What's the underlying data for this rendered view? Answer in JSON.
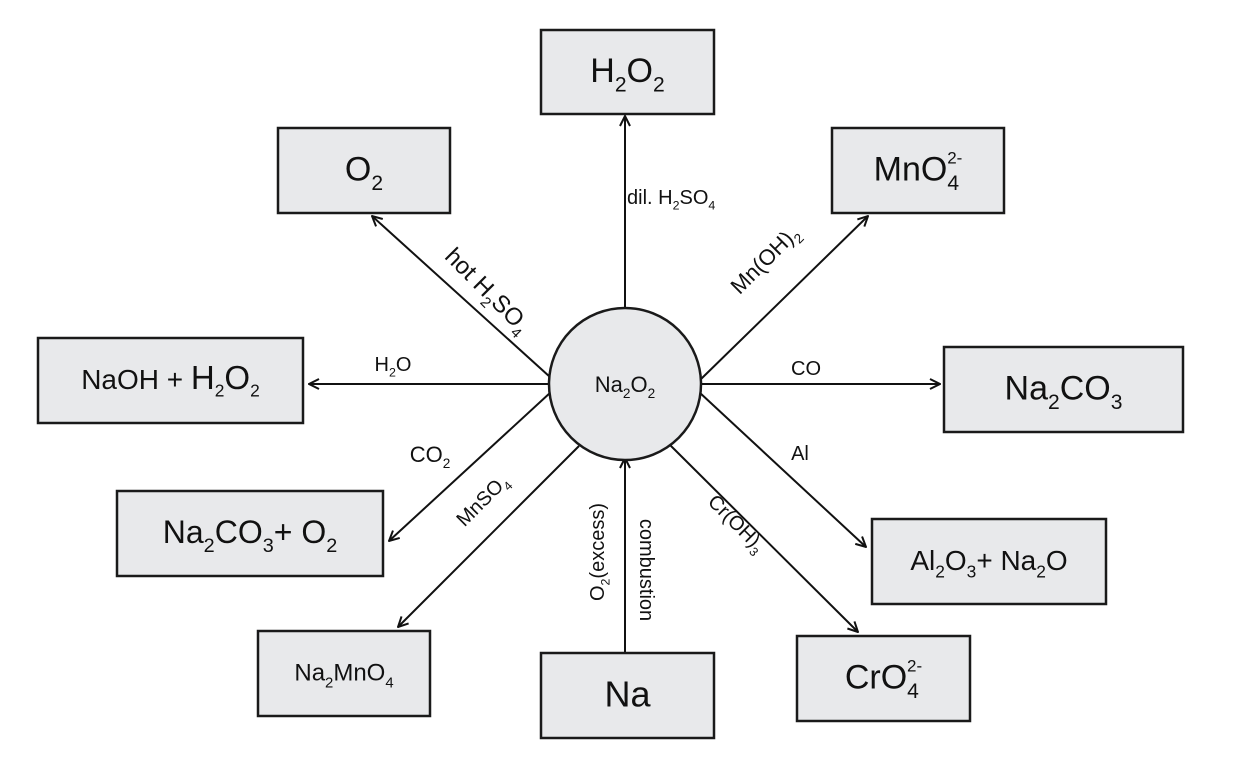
{
  "colors": {
    "box_fill": "#e8e9eb",
    "stroke": "#1a1a1a"
  },
  "center": {
    "parts": [
      [
        "Na",
        ""
      ],
      [
        "2",
        "sub"
      ],
      [
        "O",
        ""
      ],
      [
        "2",
        "sub"
      ]
    ]
  },
  "products": [
    {
      "id": "h2o2",
      "parts": [
        [
          "H",
          ""
        ],
        [
          "2",
          "sub"
        ],
        [
          "O",
          ""
        ],
        [
          "2",
          "sub"
        ]
      ]
    },
    {
      "id": "o2",
      "parts": [
        [
          "O",
          ""
        ],
        [
          "2",
          "sub"
        ]
      ]
    },
    {
      "id": "mno4",
      "parts": [
        [
          "MnO",
          ""
        ],
        [
          "4",
          "sub"
        ],
        [
          "2-",
          "sup"
        ]
      ]
    },
    {
      "id": "naoh-h2o2",
      "parts": [
        [
          "NaOH + ",
          ""
        ],
        [
          "H",
          "big"
        ],
        [
          "2",
          "sub"
        ],
        [
          "O",
          "big"
        ],
        [
          "2",
          "sub"
        ]
      ]
    },
    {
      "id": "na2co3",
      "parts": [
        [
          "Na",
          ""
        ],
        [
          "2",
          "sub"
        ],
        [
          "CO",
          ""
        ],
        [
          "3",
          "sub"
        ]
      ]
    },
    {
      "id": "na2co3-o2",
      "parts": [
        [
          "Na",
          ""
        ],
        [
          "2",
          "sub"
        ],
        [
          "CO",
          ""
        ],
        [
          "3",
          "sub"
        ],
        [
          "+ O",
          ""
        ],
        [
          "2",
          "sub"
        ]
      ]
    },
    {
      "id": "al2o3-na2o",
      "parts": [
        [
          "Al",
          ""
        ],
        [
          "2",
          "sub"
        ],
        [
          "O",
          ""
        ],
        [
          "3",
          "sub"
        ],
        [
          "+ Na",
          ""
        ],
        [
          "2",
          "sub"
        ],
        [
          "O",
          ""
        ]
      ]
    },
    {
      "id": "na2mno4",
      "parts": [
        [
          "Na",
          ""
        ],
        [
          "2",
          "sub"
        ],
        [
          "MnO",
          ""
        ],
        [
          "4",
          "sub"
        ]
      ]
    },
    {
      "id": "na",
      "parts": [
        [
          "Na",
          ""
        ]
      ]
    },
    {
      "id": "cro4",
      "parts": [
        [
          "CrO",
          ""
        ],
        [
          "4",
          "sub"
        ],
        [
          "2-",
          "sup"
        ]
      ]
    }
  ],
  "reagents": [
    {
      "id": "dil-h2so4",
      "parts": [
        [
          "dil. H",
          ""
        ],
        [
          "2",
          "sub"
        ],
        [
          "SO",
          ""
        ],
        [
          "4",
          "sub"
        ]
      ]
    },
    {
      "id": "hot-h2so4",
      "parts": [
        [
          "hot H",
          ""
        ],
        [
          "2",
          "sub"
        ],
        [
          "SO",
          ""
        ],
        [
          "4",
          "sub"
        ]
      ]
    },
    {
      "id": "mn-oh-2",
      "parts": [
        [
          "Mn(OH)",
          ""
        ],
        [
          "2",
          "sub"
        ]
      ]
    },
    {
      "id": "h2o",
      "parts": [
        [
          "H",
          ""
        ],
        [
          "2",
          "sub"
        ],
        [
          "O",
          ""
        ]
      ]
    },
    {
      "id": "co",
      "parts": [
        [
          "CO",
          ""
        ]
      ]
    },
    {
      "id": "co2",
      "parts": [
        [
          "CO",
          ""
        ],
        [
          "2",
          "sub"
        ]
      ]
    },
    {
      "id": "al",
      "parts": [
        [
          "Al",
          ""
        ]
      ]
    },
    {
      "id": "mnso4",
      "parts": [
        [
          "MnSO",
          ""
        ],
        [
          "4",
          "sub"
        ]
      ]
    },
    {
      "id": "cr-oh-3",
      "parts": [
        [
          "Cr(OH)",
          ""
        ],
        [
          "3",
          "sub"
        ]
      ]
    },
    {
      "id": "o2-excess",
      "parts": [
        [
          "O",
          ""
        ],
        [
          "2",
          "sub"
        ],
        [
          "(excess)",
          ""
        ]
      ]
    },
    {
      "id": "combustion",
      "parts": [
        [
          "combustion",
          ""
        ]
      ]
    }
  ]
}
